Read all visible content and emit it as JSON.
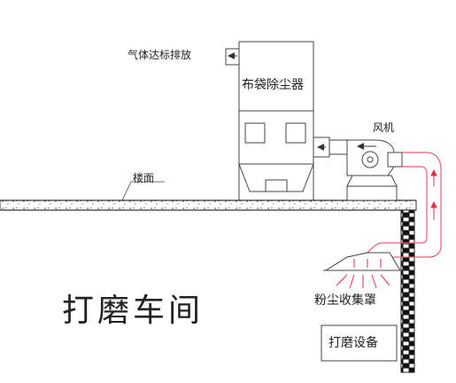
{
  "labels": {
    "exhaust": "气体达标排放",
    "baghouse": "布袋除尘器",
    "fan": "风机",
    "floor": "楼面",
    "workshop": "打磨车间",
    "hood": "粉尘收集罩",
    "equipment": "打磨设备"
  },
  "colors": {
    "line": "#333333",
    "duct": "#e0607a",
    "arrow_red": "#e0304a"
  }
}
